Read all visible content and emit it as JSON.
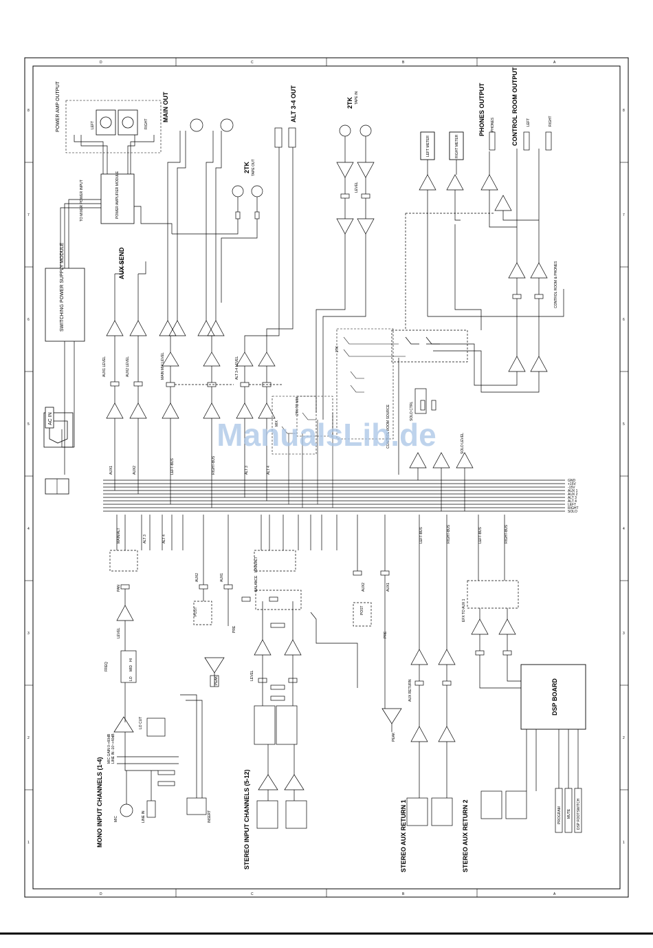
{
  "watermark": "ManualsLib.de",
  "labels": {
    "power_amp_output": "POWER AMP OUTPUT",
    "left": "LEFT",
    "right": "RIGHT",
    "main_out": "MAIN OUT",
    "alt34_out": "ALT 3-4 OUT",
    "two_tk_tape_in": "2TK",
    "tape_in": "TAPE IN",
    "two_tk_tape_out": "2TK",
    "tape_out": "TAPE OUT",
    "phones_output": "PHONES OUTPUT",
    "phones": "PHONES",
    "control_room_output": "CONTROL ROOM OUTPUT",
    "left_meter": "LEFT METER",
    "right_meter": "RIGHT METER",
    "to_mixer_power_input": "TO MIXER POWER INPUT",
    "power_amp_module": "POWER AMPLIFIER MODULE",
    "switching_power_supply": "SWITCHING POWER SUPPLY MODULE",
    "aux_send": "AUX SEND",
    "ac_in": "AC IN",
    "aux1": "AUX1",
    "aux2": "AUX2",
    "aux1_level": "AUX1 LEVEL",
    "aux2_level": "AUX2 LEVEL",
    "main_mix_level": "MAIN MIX LEVEL",
    "alt34_level": "ALT 3-4 LEVEL",
    "two_tk_to_mix": "2TK TO MIX",
    "mix": "MIX",
    "control_room_source": "CONTROL ROOM SOURCE",
    "solo_ctrl": "SOLO CTRL",
    "solo_level": "SOLO LEVEL",
    "level": "LEVEL",
    "control_room_phones": "CONTROL ROOM & PHONES",
    "left_bus": "LEFT-BUS",
    "right_bus": "RIGHT-BUS",
    "alt3_bus": "ALT 3",
    "alt4_bus": "ALT 4",
    "main_alt": "MAIN/ALT",
    "pan": "PAN",
    "balance": "BALANCE",
    "post": "POST",
    "pre": "PRE",
    "mute": "MUTE",
    "peak": "PEAK",
    "lo_cut": "LO CUT",
    "mic": "MIC",
    "line_in": "LINE IN",
    "insert": "INSERT",
    "mono_input_channels": "MONO INPUT CHANNELS (1-4)",
    "stereo_input_channels": "STEREO INPUT CHANNELS (5-12)",
    "stereo_aux_return_1": "STEREO AUX RETURN 1",
    "stereo_aux_return_2": "STEREO AUX RETURN 2",
    "aux_return": "AUX RETURN",
    "efx_to_aux1": "EFX TO AUX 1",
    "dsp_board": "DSP BOARD",
    "program": "PROGRAM",
    "mute_ctl": "MUTE",
    "dsp_footswitch": "DSP FOOTSWITCH",
    "mic_gain": "MIC GAIN 0-+60dB",
    "line_gain": "LINE IN -10~+40dB",
    "eq_hi": "HI",
    "eq_mid": "MID",
    "eq_lo": "LO",
    "freq": "FREQ",
    "bus_names": [
      "GND",
      "+15V",
      "-15V",
      "AUX 1",
      "AUX 2",
      "ALT 3",
      "ALT 4",
      "LEFT",
      "RIGHT",
      "SOLO"
    ]
  },
  "ruler": {
    "letters": [
      "D",
      "C",
      "B",
      "A"
    ],
    "numbers": [
      "8",
      "7",
      "6",
      "5",
      "4",
      "3",
      "2",
      "1"
    ]
  }
}
